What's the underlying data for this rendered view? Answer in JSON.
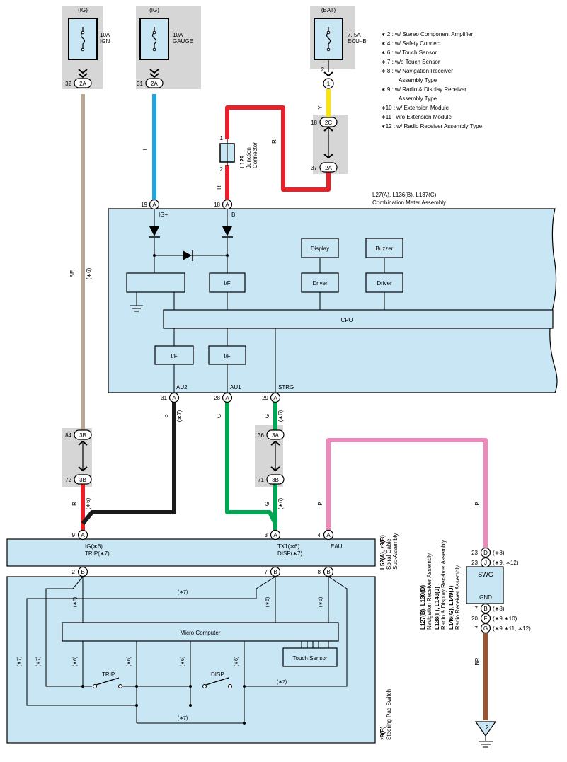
{
  "fuses": {
    "ign": {
      "source": "(IG)",
      "rating": "10A",
      "name": "IGN"
    },
    "gauge": {
      "source": "(IG)",
      "rating": "10A",
      "name": "GAUGE"
    },
    "ecub": {
      "source": "(BAT)",
      "rating": "7. 5A",
      "name": "ECU–B"
    }
  },
  "notes": [
    "∗ 2 : w/ Stereo Component Amplifier",
    "∗ 4 : w/ Safety Connect",
    "∗ 6 : w/ Touch Sensor",
    "∗ 7 : w/o Touch Sensor",
    "∗ 8 : w/ Navigation Receiver",
    "Assembly Type",
    "∗ 9 : w/ Radio & Display Receiver",
    "Assembly Type",
    "∗10 : w/ Extension Module",
    "∗11 : w/o Extension Module",
    "∗12 : w/ Radio Receiver Assembly Type"
  ],
  "junction": {
    "id": "L129",
    "line1": "Junction",
    "line2": "Connector",
    "pin1": "1",
    "pin2": "2"
  },
  "meter": {
    "title_ids": "L27(A), L136(B), L137(C)",
    "title_name": "Combination Meter Assembly",
    "ig_label": "IG+",
    "b_label": "B",
    "if_label": "I/F",
    "display": "Display",
    "buzzer": "Buzzer",
    "driver": "Driver",
    "cpu": "CPU",
    "au2": "AU2",
    "au1": "AU1",
    "strg": "STRG"
  },
  "spiral": {
    "ids": "L52(A), z9(B)",
    "name1": "Spiral Cable",
    "name2": "Sub-Assembly",
    "ig6": "IG(∗6)",
    "trip7": "TRIP(∗7)",
    "tx16": "TX1(∗6)",
    "disp7": "DISP(∗7)",
    "eau": "EAU"
  },
  "pad": {
    "id": "z9(B)",
    "name": "Steering Pad Switch",
    "micro": "Micro Computer",
    "touch": "Touch Sensor",
    "trip": "TRIP",
    "disp": "DISP"
  },
  "receiver": {
    "ids1": "L127(B), L130(D)",
    "name1": "Navigation Receiver Assembly",
    "ids2": "L138(F), L149(J)",
    "name2": "Radio & Display Receiver Assembly",
    "ids3": "L146(G), L149(J)",
    "name3": "Radio Receiver Assembly",
    "swg": "SWG",
    "gnd": "GND",
    "note_d": "(∗8)",
    "note_j": "(∗9, ∗12)",
    "note_b": "(∗8)",
    "note_f": "(∗9 ∗10)",
    "note_g": "(∗9 ∗11, ∗12)"
  },
  "ground": "L2",
  "wire_colors": {
    "BE": "#b8a898",
    "L": "#1ea5e0",
    "R": "#e8202a",
    "Y": "#fce600",
    "B": "#1a1a1a",
    "G": "#00a651",
    "P": "#f088bc",
    "BR": "#a0522d"
  },
  "wire_labels": {
    "be": "BE",
    "l": "L",
    "r": "R",
    "y": "Y",
    "b": "B",
    "g": "G",
    "p": "P",
    "br": "BR"
  },
  "cond": {
    "s6": "(∗6)",
    "s7": "(∗7)"
  },
  "conn": {
    "c32": "32",
    "c2A": "2A",
    "c31": "31",
    "c2": "2",
    "c1": "1",
    "c18": "18",
    "c2C": "2C",
    "c37": "37",
    "c19": "19",
    "cA": "A",
    "c28": "28",
    "c29": "29",
    "c84": "84",
    "c3B": "3B",
    "c72": "72",
    "c36": "36",
    "c3A": "3A",
    "c71": "71",
    "c9": "9",
    "c3": "3",
    "c4": "4",
    "cB": "B",
    "c7": "7",
    "c8": "8",
    "c23": "23",
    "cD": "D",
    "cJ": "J",
    "cF": "F",
    "cG": "G",
    "c20": "20"
  }
}
